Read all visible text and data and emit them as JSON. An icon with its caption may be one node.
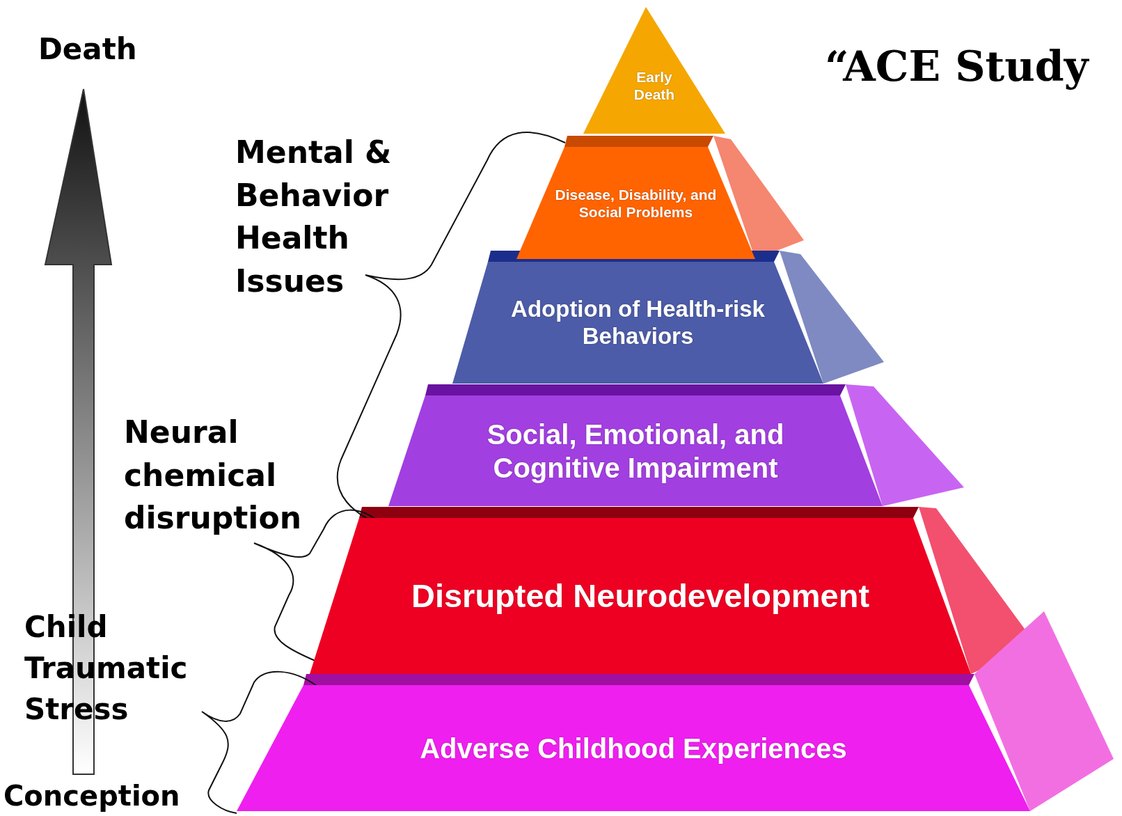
{
  "diagram": {
    "title": "“ACE Study",
    "nodes": [
      {
        "text": [
          "Early Death"
        ]
      },
      {
        "text": [
          "Disease, Disability, and Social Problems"
        ]
      },
      {
        "text": [
          "Adoption of Health-risk Behaviors"
        ]
      },
      {
        "text": [
          "Social, Emotional, and Cognitive Impairment"
        ]
      },
      {
        "text": [
          "Disrupted Neurodevelopment"
        ]
      },
      {
        "text": [
          "Adverse Childhood Experiences"
        ]
      }
    ],
    "labels": [
      "Death",
      "Mental & Behavior Health Issues",
      "Neural chemical disruption",
      "Child Traumatic Stress",
      "Conception"
    ]
  }
}
